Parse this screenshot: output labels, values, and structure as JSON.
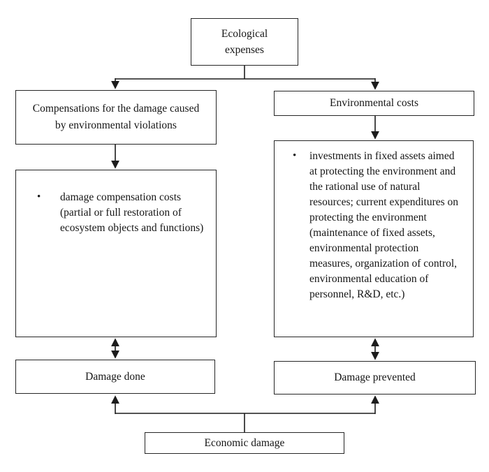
{
  "diagram_title": "Ecological expenses structure flowchart",
  "colors": {
    "background": "#ffffff",
    "box_border": "#262626",
    "text": "#161616",
    "connector": "#1c1c1c"
  },
  "bullet_glyph": "•",
  "nodes": {
    "ecological_expenses": {
      "label": "Ecological expenses"
    },
    "compensations": {
      "label": "Compensations for the damage caused by environmental violations"
    },
    "environmental_costs": {
      "label": "Environmental costs"
    },
    "damage_compensation_detail": {
      "text": "damage compensation costs (partial or full restoration of ecosystem objects and functions)"
    },
    "environmental_costs_detail": {
      "text": "investments in fixed assets aimed at protecting the environment and the rational use of natural resources; current expenditures on protecting the environment (maintenance of fixed assets, environmental protection measures, organization of control, environmental education of personnel, R&D, etc.)"
    },
    "damage_done": {
      "label": "Damage done"
    },
    "damage_prevented": {
      "label": "Damage prevented"
    },
    "economic_damage": {
      "label": "Economic damage"
    }
  }
}
